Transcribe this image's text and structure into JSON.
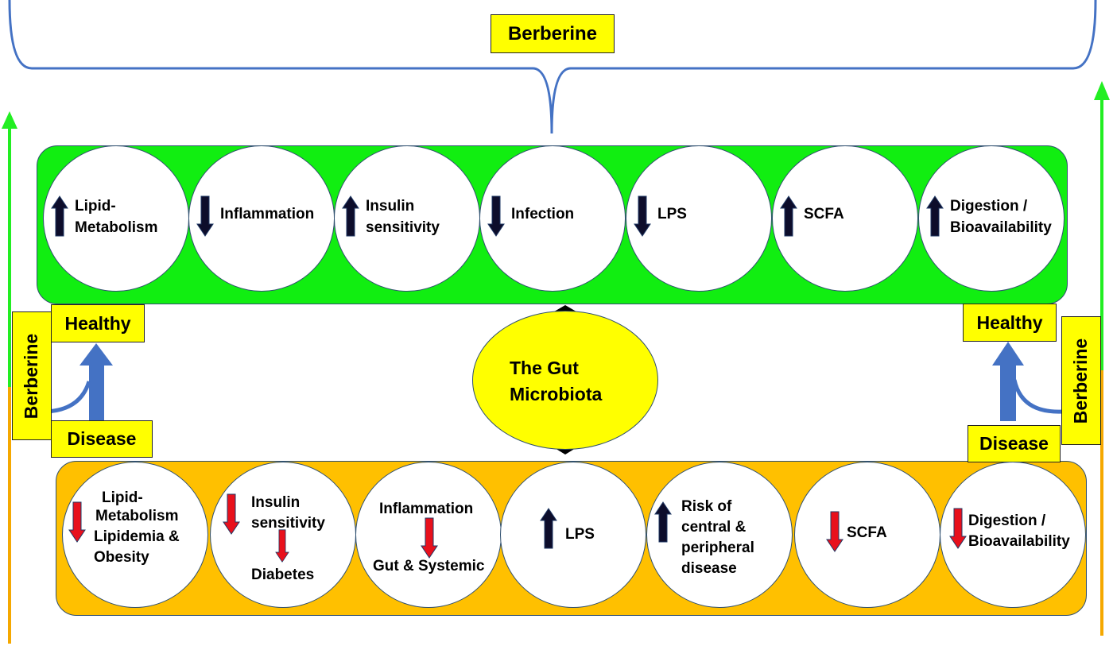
{
  "top_label": "Berberine",
  "side_left_label": "Berberine",
  "side_right_label": "Berberine",
  "center": {
    "line1": "The Gut",
    "line2": "Microbiota"
  },
  "left_healthy": "Healthy",
  "left_disease": "Disease",
  "right_healthy": "Healthy",
  "right_disease": "Disease",
  "healthy_band": [
    {
      "arrow": "up",
      "line1": "Lipid-",
      "line2": "Metabolism"
    },
    {
      "arrow": "down",
      "line1": "Inflammation",
      "line2": ""
    },
    {
      "arrow": "up",
      "line1": "Insulin",
      "line2": "sensitivity"
    },
    {
      "arrow": "down",
      "line1": "Infection",
      "line2": ""
    },
    {
      "arrow": "down",
      "line1": "LPS",
      "line2": ""
    },
    {
      "arrow": "up",
      "line1": "SCFA",
      "line2": ""
    },
    {
      "arrow": "up",
      "line1": "Digestion /",
      "line2": "Bioavailability"
    }
  ],
  "disease_band": [
    {
      "arrow": "down-red",
      "lines": [
        "Lipid-",
        "Metabolism",
        "Lipidemia &",
        "Obesity"
      ]
    },
    {
      "arrow": "down-red",
      "lines": [
        "Insulin",
        "sensitivity",
        "Diabetes"
      ]
    },
    {
      "arrow": "down-red",
      "lines": [
        "Inflammation",
        "Gut & Systemic"
      ]
    },
    {
      "arrow": "up",
      "lines": [
        "LPS"
      ]
    },
    {
      "arrow": "up",
      "lines": [
        "Risk of",
        "central &",
        "peripheral",
        "disease"
      ]
    },
    {
      "arrow": "down-red",
      "lines": [
        "SCFA"
      ]
    },
    {
      "arrow": "down-red",
      "lines": [
        "Digestion /",
        "Bioavailability"
      ]
    }
  ],
  "colors": {
    "healthy_band": "#11ee11",
    "disease_band": "#ffc000",
    "label_box": "#ffff00",
    "center_ellipse": "#ffff00",
    "brace": "#4472c4",
    "blue_arrow": "#4472c4",
    "dark_arrow": "#0d0d2b",
    "red_arrow": "#e8101c",
    "side_line_green": "#22ee22",
    "side_line_orange": "#f5a800"
  }
}
